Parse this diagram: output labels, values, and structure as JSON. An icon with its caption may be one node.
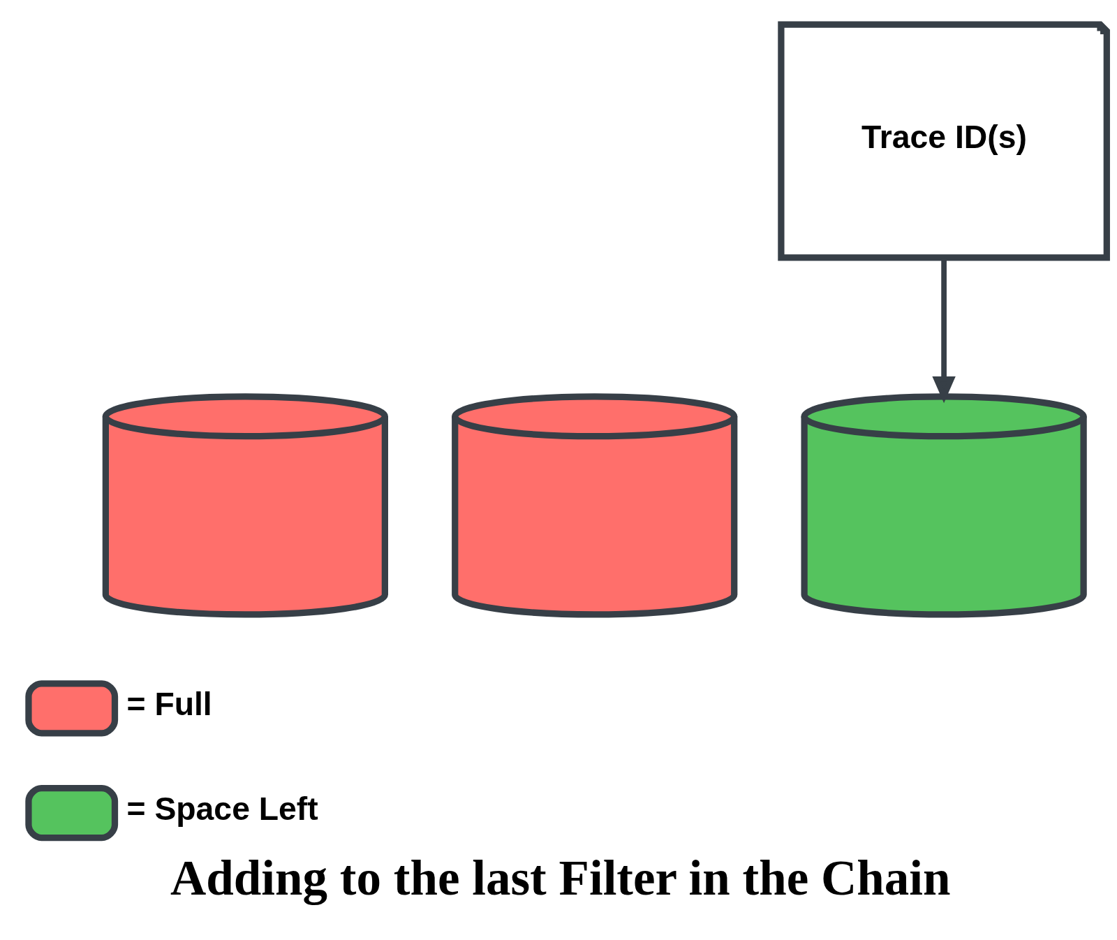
{
  "diagram": {
    "caption": "Adding to the last Filter in the Chain",
    "nodes": [
      {
        "text": [
          "Trace ID(s)"
        ]
      },
      {
        "text": [],
        "shape": "cylinder"
      },
      {
        "text": [],
        "shape": "cylinder"
      },
      {
        "text": [],
        "shape": "cylinder"
      }
    ],
    "edges": [
      {
        "from": 0,
        "to": 3,
        "arrow": "to"
      }
    ],
    "legend": [
      {
        "text": "= Full",
        "color": "#ff6f6b"
      },
      {
        "text": "= Space Left",
        "color": "#55c35e"
      }
    ]
  }
}
